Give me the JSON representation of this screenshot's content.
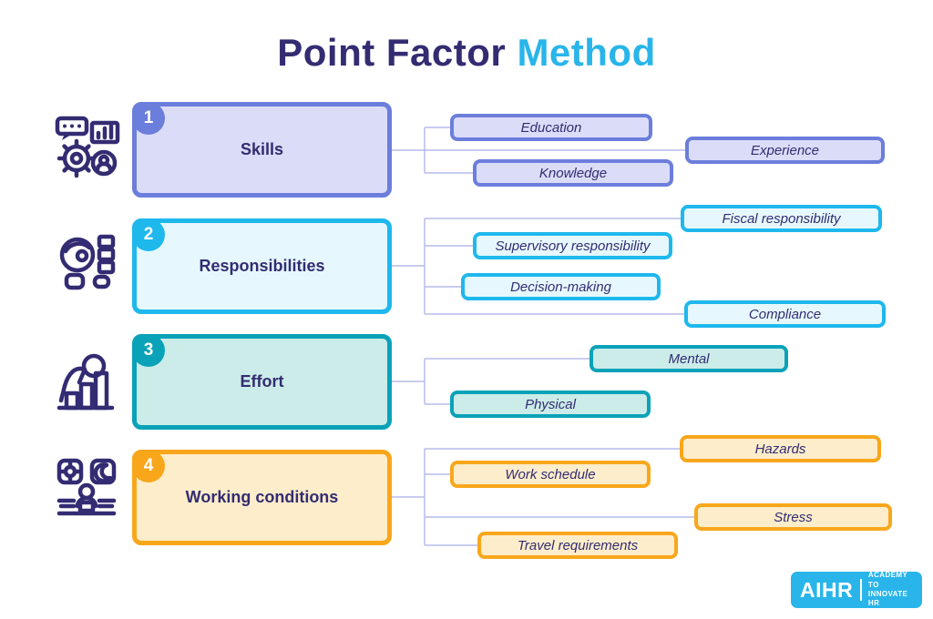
{
  "title": {
    "primary": "Point Factor",
    "accent": "Method"
  },
  "colors": {
    "title_primary": "#332C72",
    "title_accent": "#29B5E9",
    "text": "#332C72",
    "connector_line": "#B7BCEC",
    "factor1_border": "#6C7EDB",
    "factor1_fill": "#DBDCF8",
    "factor2_border": "#1EB8ED",
    "factor2_fill": "#E6F8FD",
    "factor3_border": "#0AA2B8",
    "factor3_fill": "#CBECE8",
    "factor4_border": "#F8A71B",
    "factor4_fill": "#FDEDCB",
    "logo_background": "#29B5E9"
  },
  "factors": [
    {
      "number": "1",
      "label": "Skills",
      "icon": "skills-icon",
      "subfactors": [
        "Education",
        "Experience",
        "Knowledge"
      ]
    },
    {
      "number": "2",
      "label": "Responsibilities",
      "icon": "responsibilities-icon",
      "subfactors": [
        "Fiscal responsibility",
        "Supervisory responsibility",
        "Decision-making",
        "Compliance"
      ]
    },
    {
      "number": "3",
      "label": "Effort",
      "icon": "effort-icon",
      "subfactors": [
        "Mental",
        "Physical"
      ]
    },
    {
      "number": "4",
      "label": "Working conditions",
      "icon": "working-conditions-icon",
      "subfactors": [
        "Hazards",
        "Work schedule",
        "Stress",
        "Travel requirements"
      ]
    }
  ],
  "logo": {
    "brand": "AIHR",
    "tagline_line1": "ACADEMY TO",
    "tagline_line2": "INNOVATE HR"
  }
}
